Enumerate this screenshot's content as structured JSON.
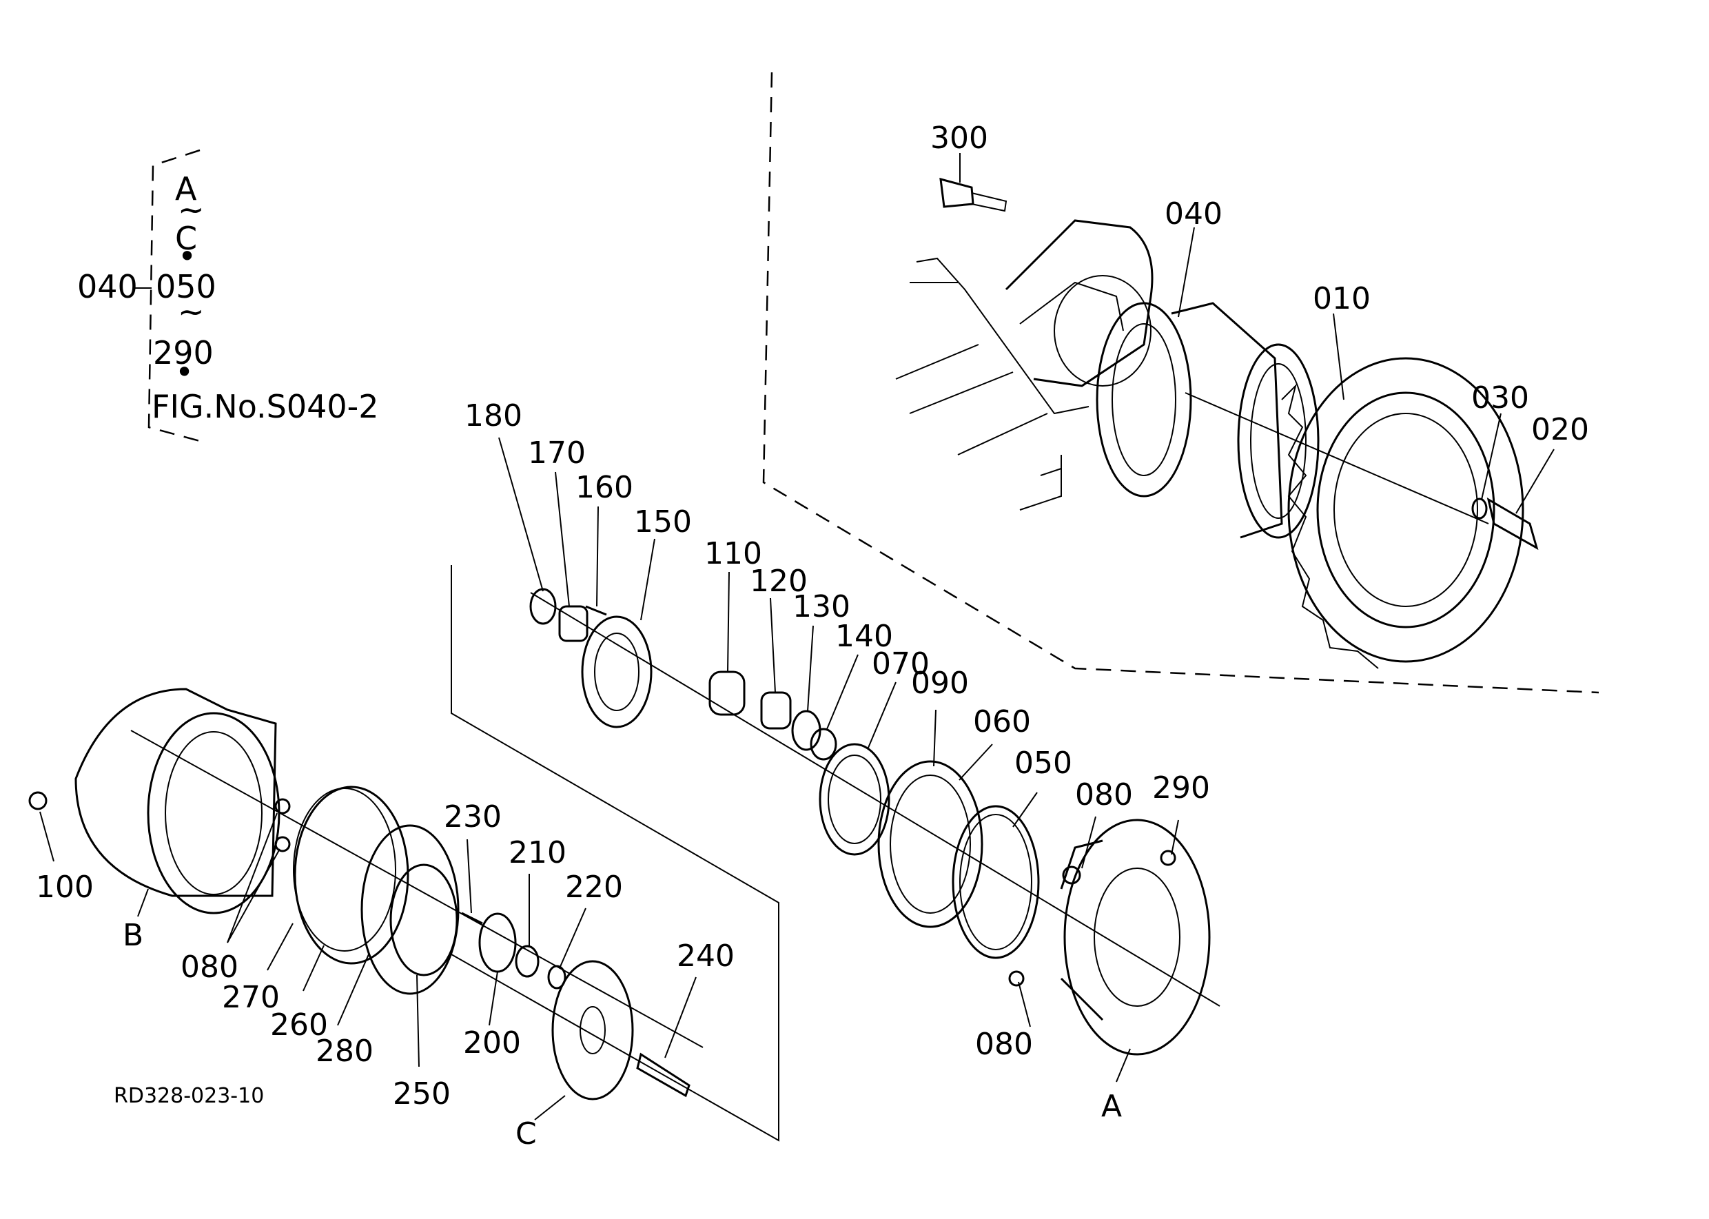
{
  "diagram": {
    "drawing_ref": "RD328-023-10",
    "legend": {
      "parent_part": "040",
      "lines": [
        "A",
        "~",
        "C",
        "•",
        "050",
        "~",
        "290",
        "•",
        "FIG.No.S040-2"
      ]
    },
    "part_callouts": [
      "300",
      "040",
      "010",
      "030",
      "020",
      "180",
      "170",
      "160",
      "150",
      "110",
      "120",
      "130",
      "140",
      "070",
      "090",
      "060",
      "050",
      "080",
      "290",
      "230",
      "210",
      "220",
      "240",
      "100",
      "080",
      "270",
      "260",
      "280",
      "250",
      "200",
      "080"
    ],
    "view_refs": [
      "B",
      "C",
      "A"
    ]
  }
}
